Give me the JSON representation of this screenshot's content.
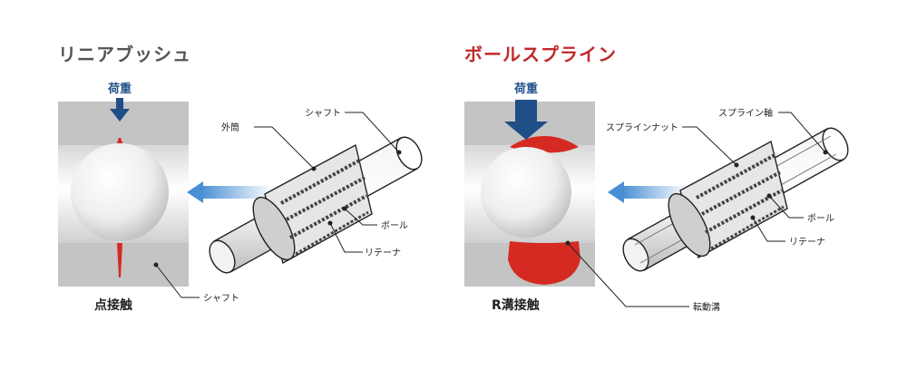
{
  "left": {
    "title": "リニアブッシュ",
    "load_label": "荷重",
    "contact_label": "点接触",
    "labels": {
      "outer_cylinder": "外筒",
      "shaft_top": "シャフト",
      "ball": "ボール",
      "retainer": "リテーナ",
      "shaft_bottom": "シャフト"
    }
  },
  "right": {
    "title": "ボールスプライン",
    "load_label": "荷重",
    "contact_label": "R溝接触",
    "labels": {
      "spline_nut": "スプラインナット",
      "spline_shaft": "スプライン軸",
      "ball": "ボール",
      "retainer": "リテーナ",
      "rolling_groove": "転動溝"
    }
  },
  "colors": {
    "title_left": "#555555",
    "title_right": "#c0282a",
    "contact_red": "#d42a22",
    "load_blue": "#1f4f86",
    "arrow_blue": "#4a8fd4",
    "housing_gray": "#c4c4c4"
  }
}
